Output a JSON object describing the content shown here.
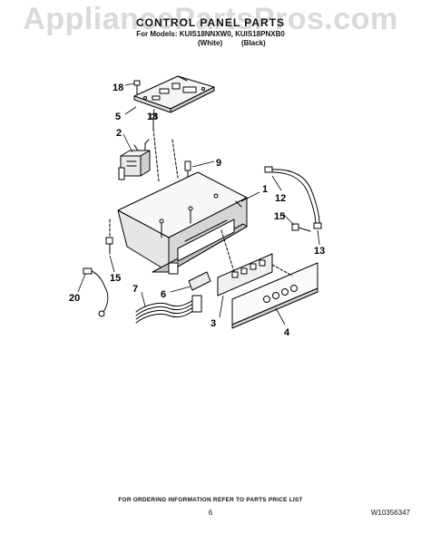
{
  "watermark": "AppliancePartsPros.com",
  "header": {
    "title": "CONTROL PANEL PARTS",
    "models": "For Models: KUIS18NNXW0, KUIS18PNXB0",
    "variant_white": "(White)",
    "variant_black": "(Black)"
  },
  "callouts": [
    "18",
    "5",
    "18",
    "2",
    "9",
    "1",
    "12",
    "15",
    "13",
    "15",
    "20",
    "7",
    "6",
    "3",
    "4"
  ],
  "footer": {
    "note": "FOR ORDERING INFORMATION REFER TO PARTS PRICE LIST",
    "page": "6",
    "doc_number": "W10356347"
  }
}
